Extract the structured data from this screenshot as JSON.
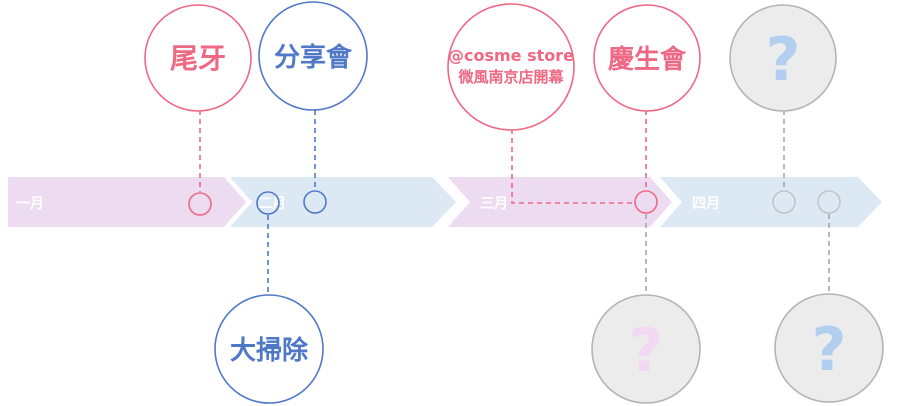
{
  "colors": {
    "background": "#ffffff",
    "band_pink": "#eddcf1",
    "band_blue": "#dde8f5",
    "pink": "#ef6884",
    "blue": "#4f79c7",
    "grey_fill": "#ececec",
    "grey_stroke": "#b4b4b4",
    "grey_dash": "#a6a6a6",
    "q_blue": "#b3cff0",
    "q_pink": "#f2d8f2"
  },
  "timeline": {
    "months": [
      "一月",
      "二月",
      "三月",
      "四月"
    ]
  },
  "events": {
    "tail_party": {
      "label": "尾牙"
    },
    "sharing_session": {
      "label": "分享會"
    },
    "cleanup": {
      "label": "大掃除"
    },
    "store_opening": {
      "line1": "@cosme store",
      "line2": "微風南京店開幕"
    },
    "birthday_party": {
      "label": "慶生會"
    },
    "unknown_top": {
      "label": "?"
    },
    "unknown_bottom_left": {
      "label": "?"
    },
    "unknown_bottom_right": {
      "label": "?"
    }
  }
}
